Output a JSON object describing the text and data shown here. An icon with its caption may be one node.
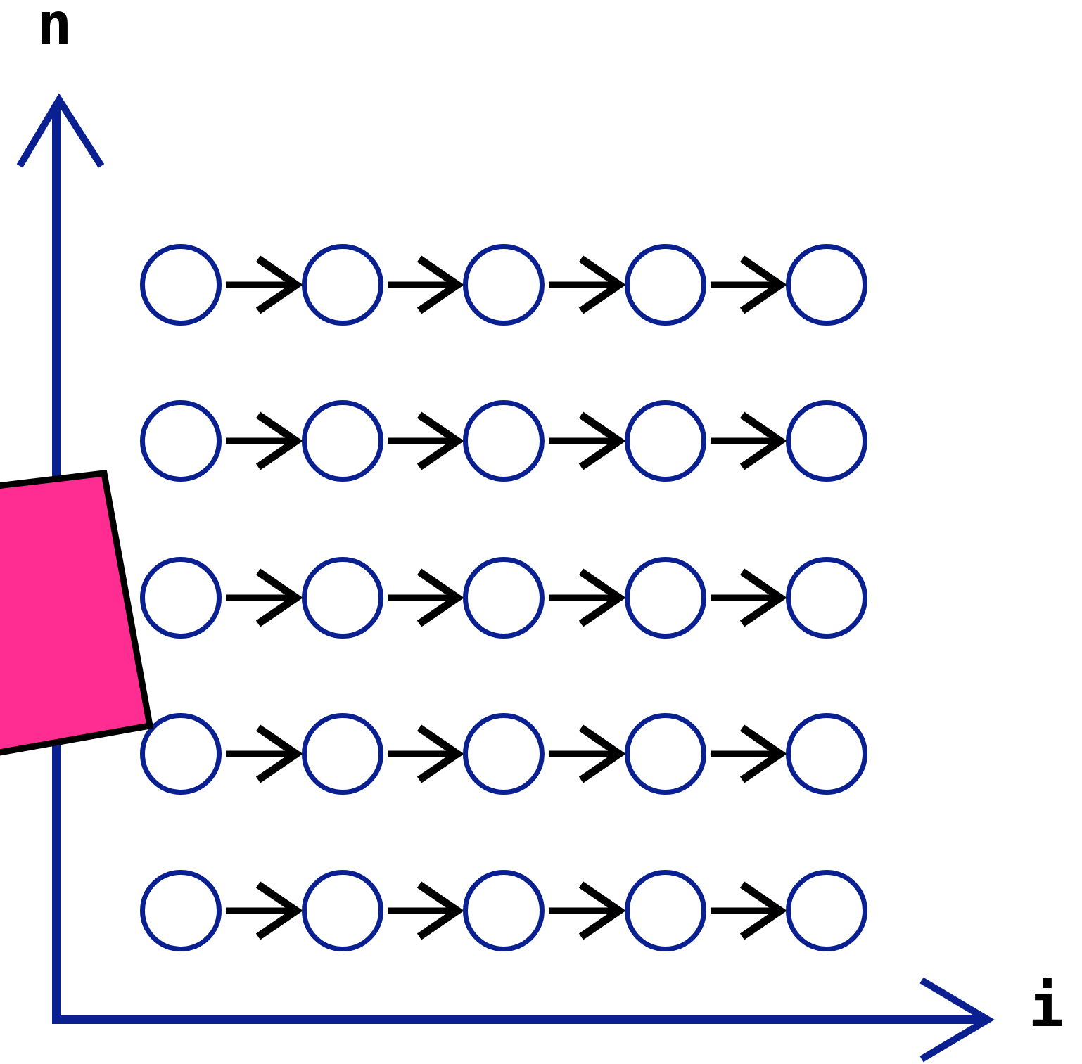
{
  "diagram": {
    "nodes": [
      {
        "text": [],
        "shape": "circle"
      },
      {
        "text": [],
        "shape": "circle"
      },
      {
        "text": [],
        "shape": "circle"
      },
      {
        "text": [],
        "shape": "circle"
      },
      {
        "text": [],
        "shape": "circle"
      },
      {
        "text": [],
        "shape": "circle"
      },
      {
        "text": [],
        "shape": "circle"
      },
      {
        "text": [],
        "shape": "circle"
      },
      {
        "text": [],
        "shape": "circle"
      },
      {
        "text": [],
        "shape": "circle"
      },
      {
        "text": [],
        "shape": "circle"
      },
      {
        "text": [],
        "shape": "circle"
      },
      {
        "text": [],
        "shape": "circle"
      },
      {
        "text": [],
        "shape": "circle"
      },
      {
        "text": [],
        "shape": "circle"
      },
      {
        "text": [],
        "shape": "circle"
      },
      {
        "text": [],
        "shape": "circle"
      },
      {
        "text": [],
        "shape": "circle"
      },
      {
        "text": [],
        "shape": "circle"
      },
      {
        "text": [],
        "shape": "circle"
      },
      {
        "text": [],
        "shape": "circle"
      },
      {
        "text": [],
        "shape": "circle"
      },
      {
        "text": [],
        "shape": "circle"
      },
      {
        "text": [],
        "shape": "circle"
      },
      {
        "text": [],
        "shape": "circle"
      },
      {
        "text": [],
        "shape": "box"
      }
    ],
    "edges": [
      {
        "from": 0,
        "to": 1,
        "arrow": "to"
      },
      {
        "from": 1,
        "to": 2,
        "arrow": "to"
      },
      {
        "from": 2,
        "to": 3,
        "arrow": "to"
      },
      {
        "from": 3,
        "to": 4,
        "arrow": "to"
      },
      {
        "from": 5,
        "to": 6,
        "arrow": "to"
      },
      {
        "from": 6,
        "to": 7,
        "arrow": "to"
      },
      {
        "from": 7,
        "to": 8,
        "arrow": "to"
      },
      {
        "from": 8,
        "to": 9,
        "arrow": "to"
      },
      {
        "from": 10,
        "to": 11,
        "arrow": "to"
      },
      {
        "from": 11,
        "to": 12,
        "arrow": "to"
      },
      {
        "from": 12,
        "to": 13,
        "arrow": "to"
      },
      {
        "from": 13,
        "to": 14,
        "arrow": "to"
      },
      {
        "from": 15,
        "to": 16,
        "arrow": "to"
      },
      {
        "from": 16,
        "to": 17,
        "arrow": "to"
      },
      {
        "from": 17,
        "to": 18,
        "arrow": "to"
      },
      {
        "from": 18,
        "to": 19,
        "arrow": "to"
      },
      {
        "from": 20,
        "to": 21,
        "arrow": "to"
      },
      {
        "from": 21,
        "to": 22,
        "arrow": "to"
      },
      {
        "from": 22,
        "to": 23,
        "arrow": "to"
      },
      {
        "from": 23,
        "to": 24,
        "arrow": "to"
      }
    ],
    "labels": [
      "n",
      "i"
    ]
  }
}
